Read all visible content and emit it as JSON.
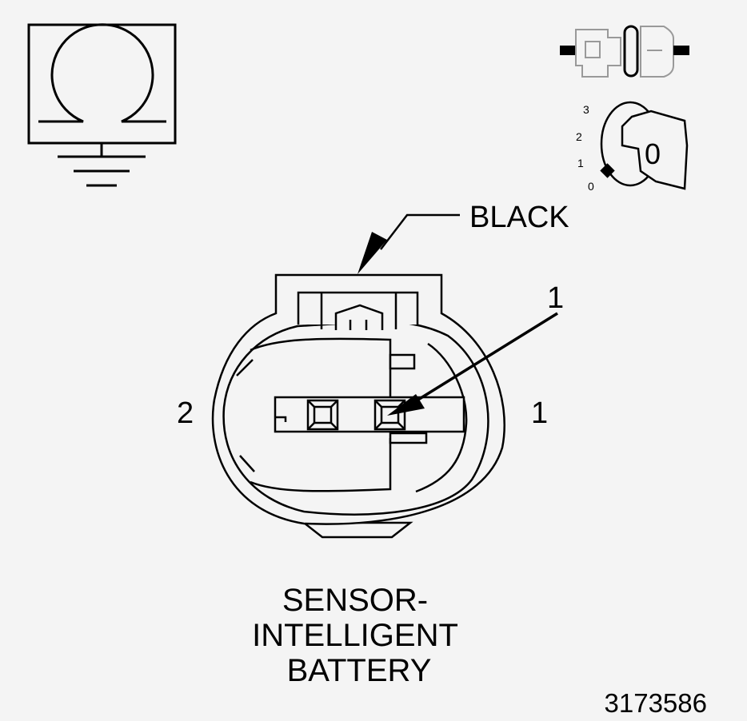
{
  "connector": {
    "color_label": "BLACK",
    "terminal_callout": "1",
    "side_label_left": "2",
    "side_label_right": "1"
  },
  "title_lines": [
    "SENSOR-",
    "INTELLIGENT",
    "BATTERY"
  ],
  "figure_id": "3173586",
  "ignition_key": {
    "positions": [
      "3",
      "2",
      "1",
      "0"
    ],
    "key_label": "0"
  },
  "icons": {
    "ohm_ground": "ohmmeter-ground-icon",
    "connector_disconnected": "connector-disconnected-icon",
    "ignition_key": "ignition-key-icon"
  },
  "colors": {
    "line": "#000000",
    "background": "#f4f4f4",
    "faint_line": "#8a8a8a"
  }
}
